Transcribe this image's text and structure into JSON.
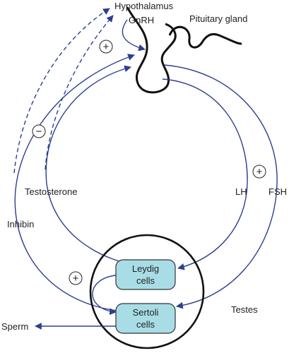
{
  "labels": {
    "hypothalamus": "Hypothalamus",
    "gnrh": "GnRH",
    "pituitary": "Pituitary gland",
    "testosterone": "Testosterone",
    "inhibin": "Inhibin",
    "lh": "LH",
    "fsh": "FSH",
    "testes": "Testes",
    "sperm": "Sperm",
    "leydig_line1": "Leydig",
    "leydig_line2": "cells",
    "sertoli_line1": "Sertoli",
    "sertoli_line2": "cells"
  },
  "signs": {
    "hypothalamus_plus": "+",
    "feedback_minus": "−",
    "lh_plus": "+",
    "testis_plus": "+"
  },
  "colors": {
    "arrow": "#2b3f8f",
    "outline": "#111111",
    "cell_fill": "#a9dde6",
    "cell_stroke": "#333333"
  }
}
